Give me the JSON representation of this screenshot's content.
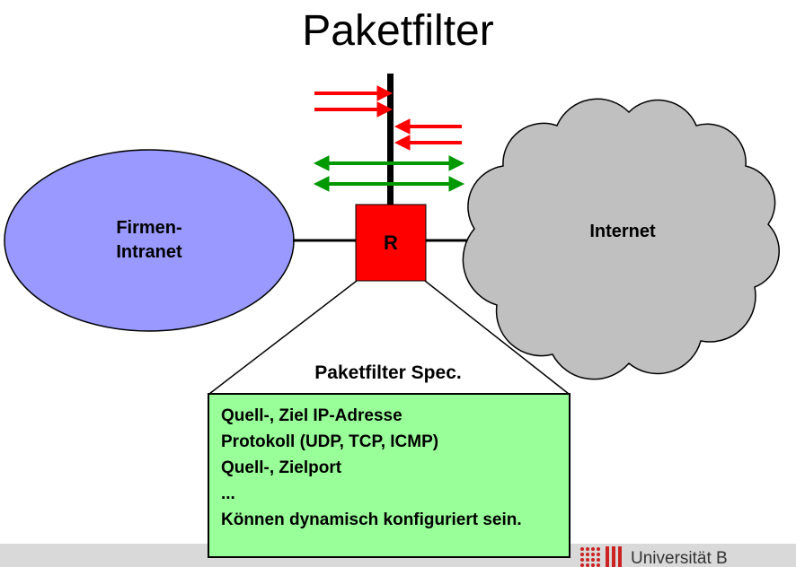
{
  "title": "Paketfilter",
  "diagram": {
    "intranet_label_line1": "Firmen-",
    "intranet_label_line2": "Intranet",
    "router_label": "R",
    "internet_label": "Internet"
  },
  "spec": {
    "heading": "Paketfilter Spec.",
    "items": [
      "Quell-, Ziel IP-Adresse",
      "Protokoll (UDP, TCP, ICMP)",
      "Quell-, Zielport",
      "...",
      "Können dynamisch konfiguriert sein."
    ]
  },
  "footer": {
    "institution": "Universität B"
  },
  "colors": {
    "intranet_fill": "#9999ff",
    "internet_cloud_fill": "#c0c0c0",
    "router_fill": "#ff0000",
    "spec_box_fill": "#99ff99",
    "blocked_arrow": "#ff0000",
    "allowed_arrow": "#009900",
    "footer_bar": "#d9d9d9",
    "logo_red": "#cc2222"
  }
}
